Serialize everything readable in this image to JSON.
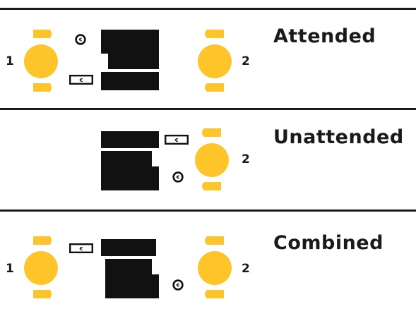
{
  "colors": {
    "person": "#FDC52A",
    "desk": "#111111",
    "line": "#1a1a1a",
    "background": "#ffffff"
  },
  "icons": {
    "coin": "euro-coin-icon",
    "note": "euro-banknote-icon"
  },
  "sections": [
    {
      "title": "Attended",
      "persons": [
        "1",
        "2"
      ],
      "coin_symbol": "€",
      "note_symbol": "€"
    },
    {
      "title": "Unattended",
      "persons": [
        "2"
      ],
      "coin_symbol": "€",
      "note_symbol": "€"
    },
    {
      "title": "Combined",
      "persons": [
        "1",
        "2"
      ],
      "coin_symbol": "€",
      "note_symbol": "€"
    }
  ]
}
